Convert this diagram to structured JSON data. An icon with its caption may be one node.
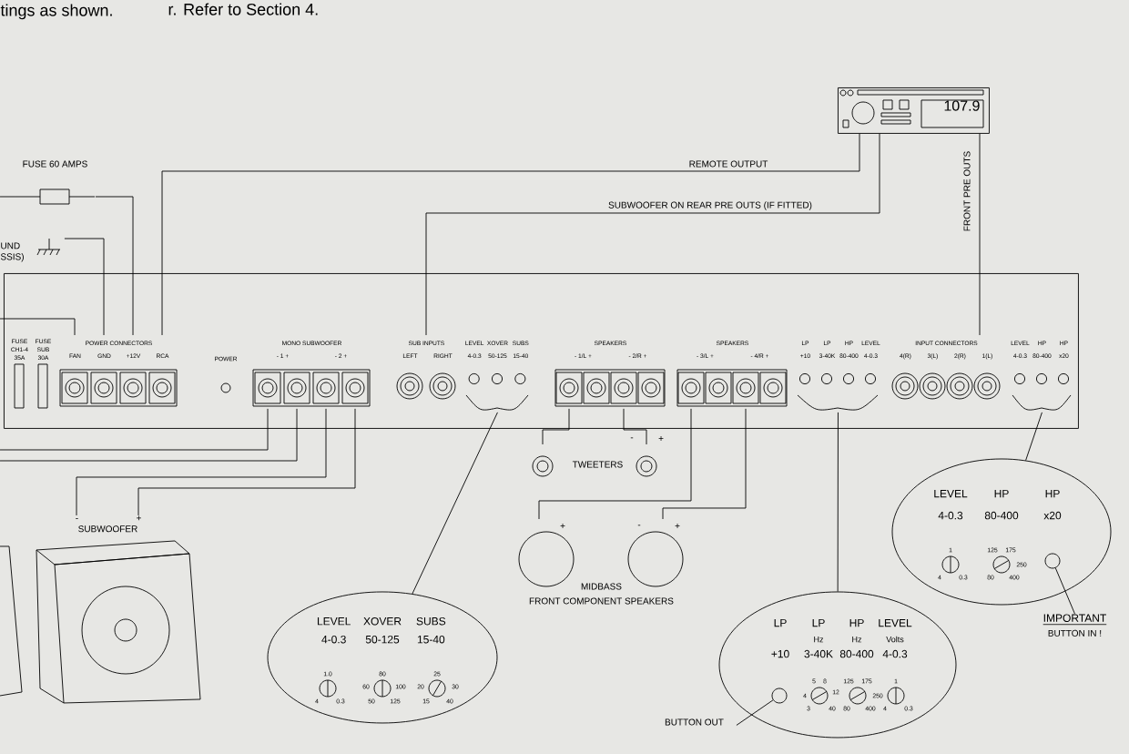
{
  "diagram": {
    "nodes": [
      {
        "text": [
          "107.9"
        ]
      },
      {
        "text": [
          "FUSE 60 AMPS"
        ]
      },
      {
        "text": [
          "UND SSIS)"
        ]
      },
      {
        "text": [],
        "shape": "box"
      },
      {
        "text": [
          "FUSE",
          "FUSE",
          "CH1-4",
          "SUB",
          "35A",
          "30A"
        ],
        "in": 3
      },
      {
        "text": [
          "POWER CONNECTORS",
          "FAN",
          "GND",
          "+12V",
          "RCA"
        ],
        "in": 3
      },
      {
        "text": [
          "MONO SUBWOOFER",
          "- 1 +",
          "- 2 +"
        ],
        "in": 3
      },
      {
        "text": [
          "SUB INPUTS",
          "LEFT",
          "RIGHT"
        ],
        "in": 3
      },
      {
        "text": [
          "LEVEL",
          "XOVER",
          "SUBS",
          "4-0.3",
          "50-125",
          "15-40"
        ],
        "in": 3
      },
      {
        "text": [
          "SPEAKERS",
          "- 1/L +",
          "- 2/R +"
        ],
        "in": 3
      },
      {
        "text": [
          "SPEAKERS",
          "- 3/L +",
          "- 4/R +"
        ],
        "in": 3
      },
      {
        "text": [
          "LP",
          "LP",
          "HP",
          "LEVEL",
          "+10",
          "3-40K",
          "80-400",
          "4-0.3"
        ],
        "in": 3
      },
      {
        "text": [
          "INPUT CONNECTORS",
          "4(R)",
          "3(L)",
          "2(R)",
          "1(L)"
        ],
        "in": 3
      },
      {
        "text": [
          "LEVEL",
          "HP",
          "HP",
          "4-0.3",
          "80-400",
          "x20"
        ],
        "in": 3
      },
      {
        "text": [
          "-",
          "+",
          "SUBWOOFER"
        ]
      },
      {
        "text": [
          "TWEETERS"
        ],
        "beside": [
          "-",
          "+"
        ]
      },
      {
        "text": [
          "MIDBASS",
          "FRONT COMPONENT SPEAKERS"
        ],
        "beside": [
          "+",
          "-",
          "+"
        ]
      },
      {
        "text": [
          "LEVEL",
          "XOVER",
          "SUBS",
          "4-0.3",
          "50-125",
          "15-40"
        ]
      },
      {
        "text": [
          "LP",
          "LP",
          "HP",
          "LEVEL",
          "Hz",
          "Hz",
          "Volts",
          "+10",
          "3-40K",
          "80-400",
          "4-0.3"
        ]
      },
      {
        "text": [
          "LEVEL",
          "HP",
          "HP",
          "4-0.3",
          "80-400",
          "x20"
        ]
      },
      {
        "text": [
          "BUTTON OUT"
        ]
      },
      {
        "text": [
          "IMPORTANT",
          "BUTTON IN !"
        ]
      },
      {
        "text": [],
        "shape": "circle",
        "in": 18
      },
      {
        "text": [],
        "shape": "circle",
        "in": 19
      }
    ],
    "edges": [
      {
        "from": 0,
        "to": 12,
        "arrow": "none",
        "label": "FRONT PRE OUTS"
      },
      {
        "from": 0,
        "to": 5,
        "arrow": "none",
        "label": "REMOTE OUTPUT"
      },
      {
        "from": 0,
        "to": 7,
        "arrow": "none",
        "label": "SUBWOOFER ON REAR PRE OUTS (IF FITTED)"
      },
      {
        "from": null,
        "to": 1,
        "arrow": "none"
      },
      {
        "from": 1,
        "to": 5,
        "arrow": "none"
      },
      {
        "from": 2,
        "to": 5,
        "arrow": "none"
      },
      {
        "from": 5,
        "to": null,
        "arrow": "none"
      },
      {
        "from": 6,
        "to": null,
        "arrow": "none"
      },
      {
        "from": 6,
        "to": null,
        "arrow": "none"
      },
      {
        "from": 6,
        "to": 14,
        "arrow": "none"
      },
      {
        "from": 6,
        "to": 14,
        "arrow": "none"
      },
      {
        "from": 9,
        "to": 15,
        "arrow": "none"
      },
      {
        "from": 9,
        "to": 15,
        "arrow": "none"
      },
      {
        "from": 10,
        "to": 16,
        "arrow": "none"
      },
      {
        "from": 10,
        "to": 16,
        "arrow": "none"
      },
      {
        "from": 8,
        "to": 17,
        "arrow": "none"
      },
      {
        "from": 11,
        "to": 18,
        "arrow": "none"
      },
      {
        "from": 13,
        "to": 19,
        "arrow": "none"
      },
      {
        "from": 20,
        "to": 22,
        "arrow": "none"
      },
      {
        "from": 21,
        "to": 23,
        "arrow": "none"
      }
    ],
    "labels": [
      "tings as shown.",
      "r. Refer to Section 4.",
      "POWER",
      "1.0",
      "4",
      "0.3",
      "80",
      "60",
      "100",
      "50",
      "125",
      "25",
      "20",
      "30",
      "15",
      "40",
      "5",
      "8",
      "4",
      "12",
      "3",
      "40",
      "125",
      "175",
      "250",
      "80",
      "400",
      "1",
      "4",
      "0.3",
      "1",
      "4",
      "0.3",
      "125",
      "175",
      "250",
      "80",
      "400"
    ]
  }
}
